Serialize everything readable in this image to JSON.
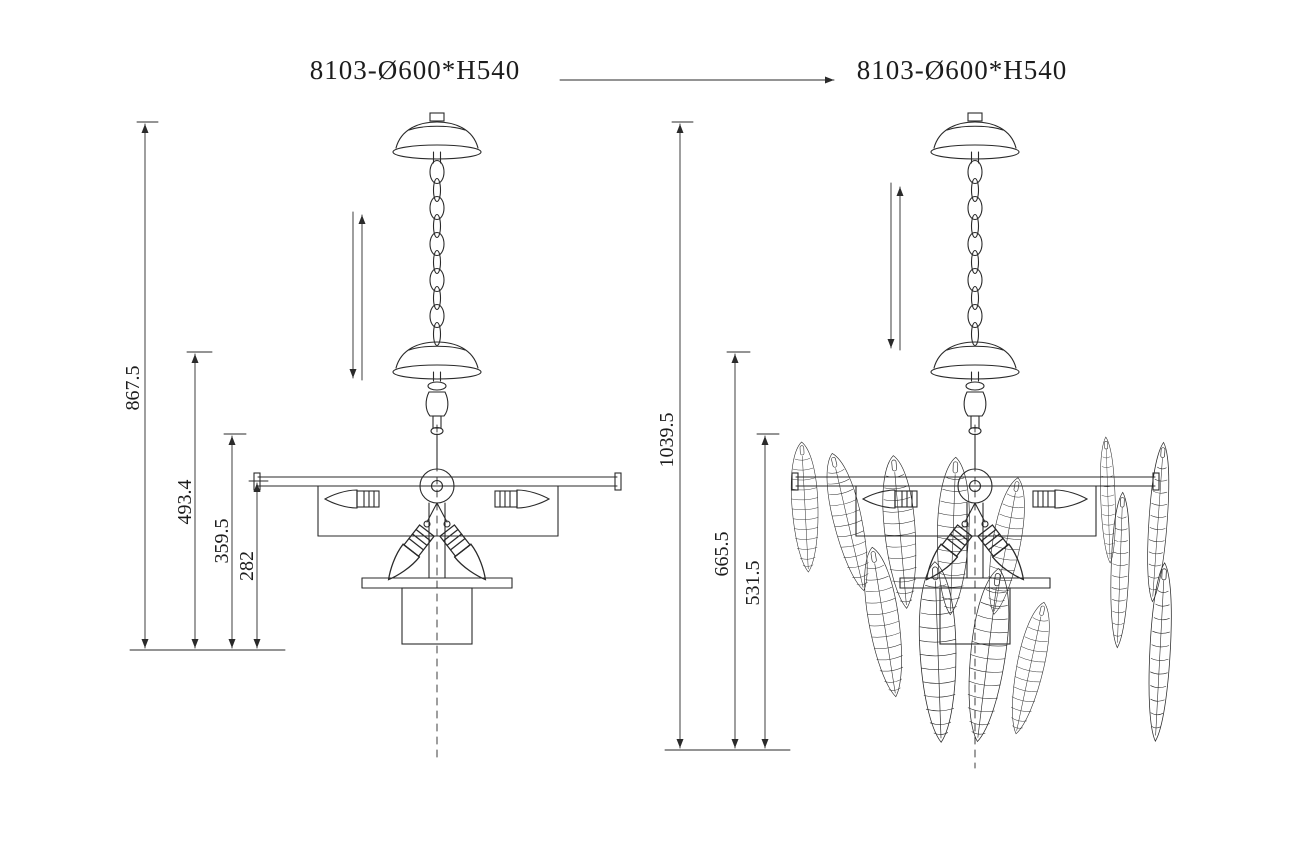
{
  "titles": {
    "left": "8103-Ø600*H540",
    "right": "8103-Ø600*H540"
  },
  "dims": {
    "left": [
      {
        "value": "867.5"
      },
      {
        "value": "493.4"
      },
      {
        "value": "359.5"
      },
      {
        "value": "282"
      }
    ],
    "right": [
      {
        "value": "1039.5"
      },
      {
        "value": "665.5"
      },
      {
        "value": "531.5"
      }
    ]
  },
  "colors": {
    "ink": "#2a2a2a",
    "background": "#ffffff"
  }
}
